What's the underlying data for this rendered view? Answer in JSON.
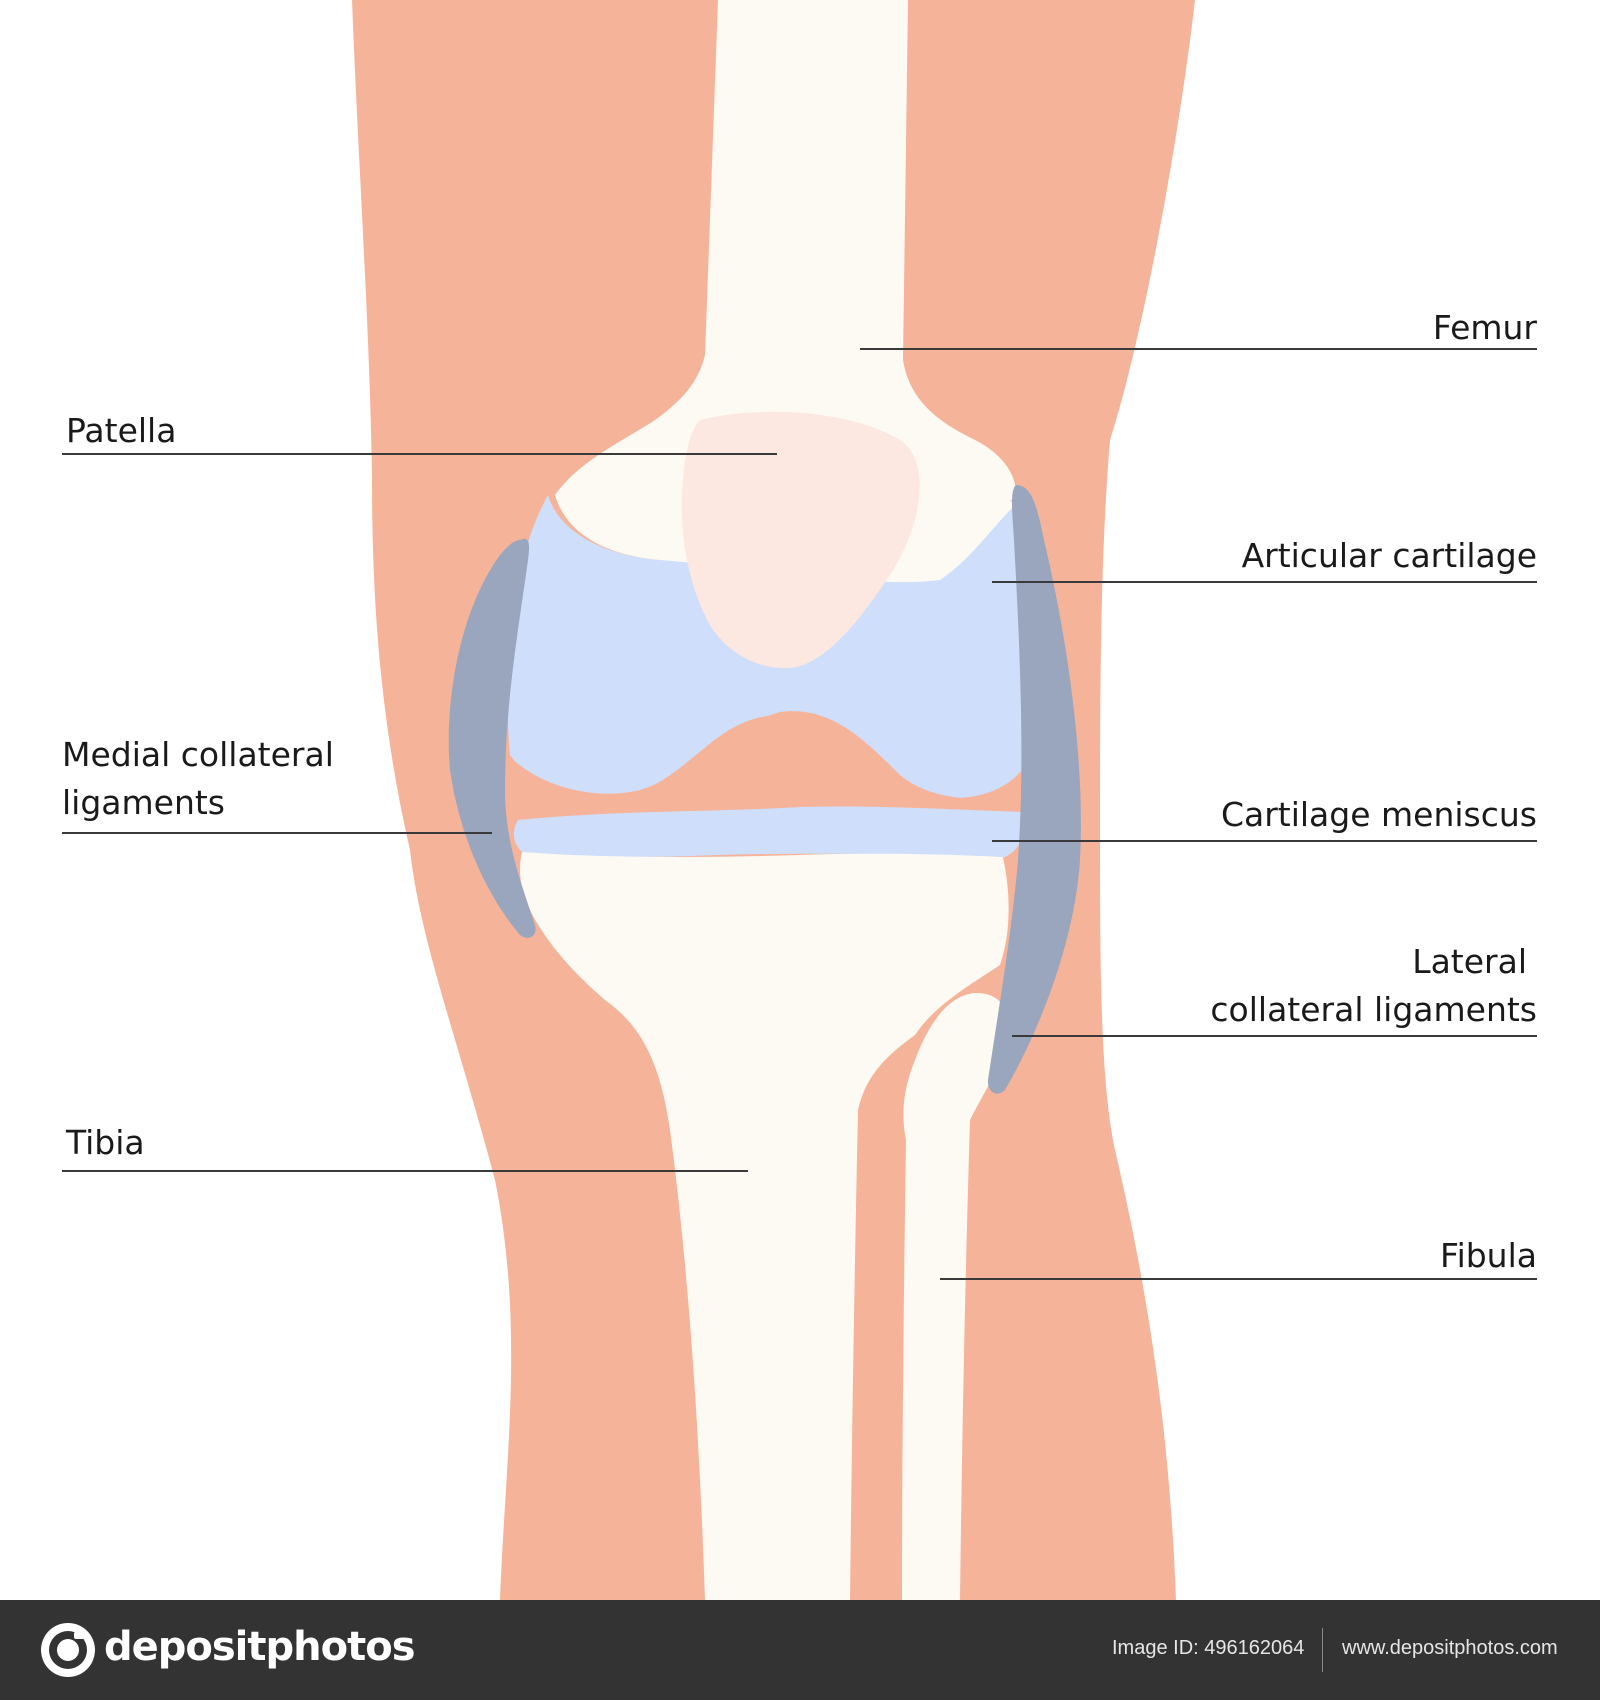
{
  "labels": {
    "femur": "Femur",
    "patella": "Patella",
    "articular_cartilage": "Articular cartilage",
    "medial_line1": "Medial collateral",
    "medial_line2": "ligaments",
    "meniscus": "Cartilage meniscus",
    "lateral_line1": "Lateral",
    "lateral_line2": "collateral ligaments",
    "tibia": "Tibia",
    "fibula": "Fibula"
  },
  "footer": {
    "brand": "depositphotos",
    "image_id": "Image ID: 496162064",
    "site": "www.depositphotos.com"
  },
  "colors": {
    "skin": "#f5b49a",
    "bone": "#fdfaf3",
    "cartilage": "#cfdefa",
    "ligament": "#9aa6bd",
    "patella": "#fce8e0",
    "footer": "#333333"
  },
  "watermark": "depositphotos"
}
